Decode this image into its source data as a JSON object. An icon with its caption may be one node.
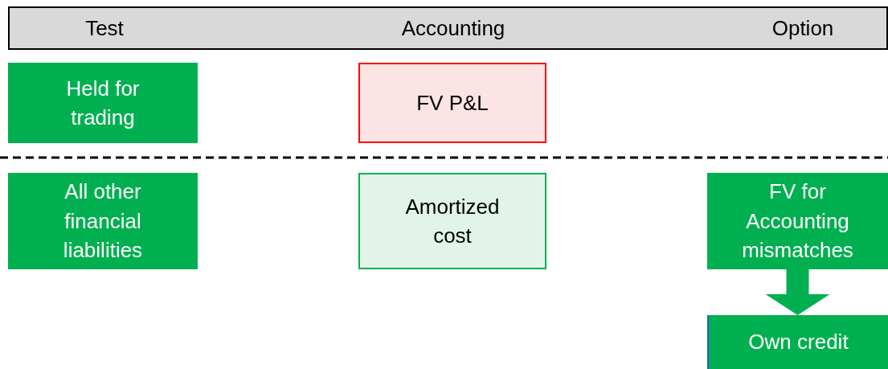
{
  "diagram": {
    "nodes": [
      {
        "text": [
          "Test",
          "Accounting",
          "Option"
        ]
      },
      {
        "text": [
          "Held for trading"
        ]
      },
      {
        "text": [
          "FV P&L"
        ]
      },
      {
        "text": [
          "All other financial liabilities"
        ]
      },
      {
        "text": [
          "Amortized cost"
        ]
      },
      {
        "text": [
          "FV for Accounting mismatches"
        ]
      },
      {
        "text": [
          "Own credit"
        ]
      }
    ],
    "edges": [
      {
        "from": 5,
        "to": 6,
        "arrow": "to"
      }
    ]
  }
}
